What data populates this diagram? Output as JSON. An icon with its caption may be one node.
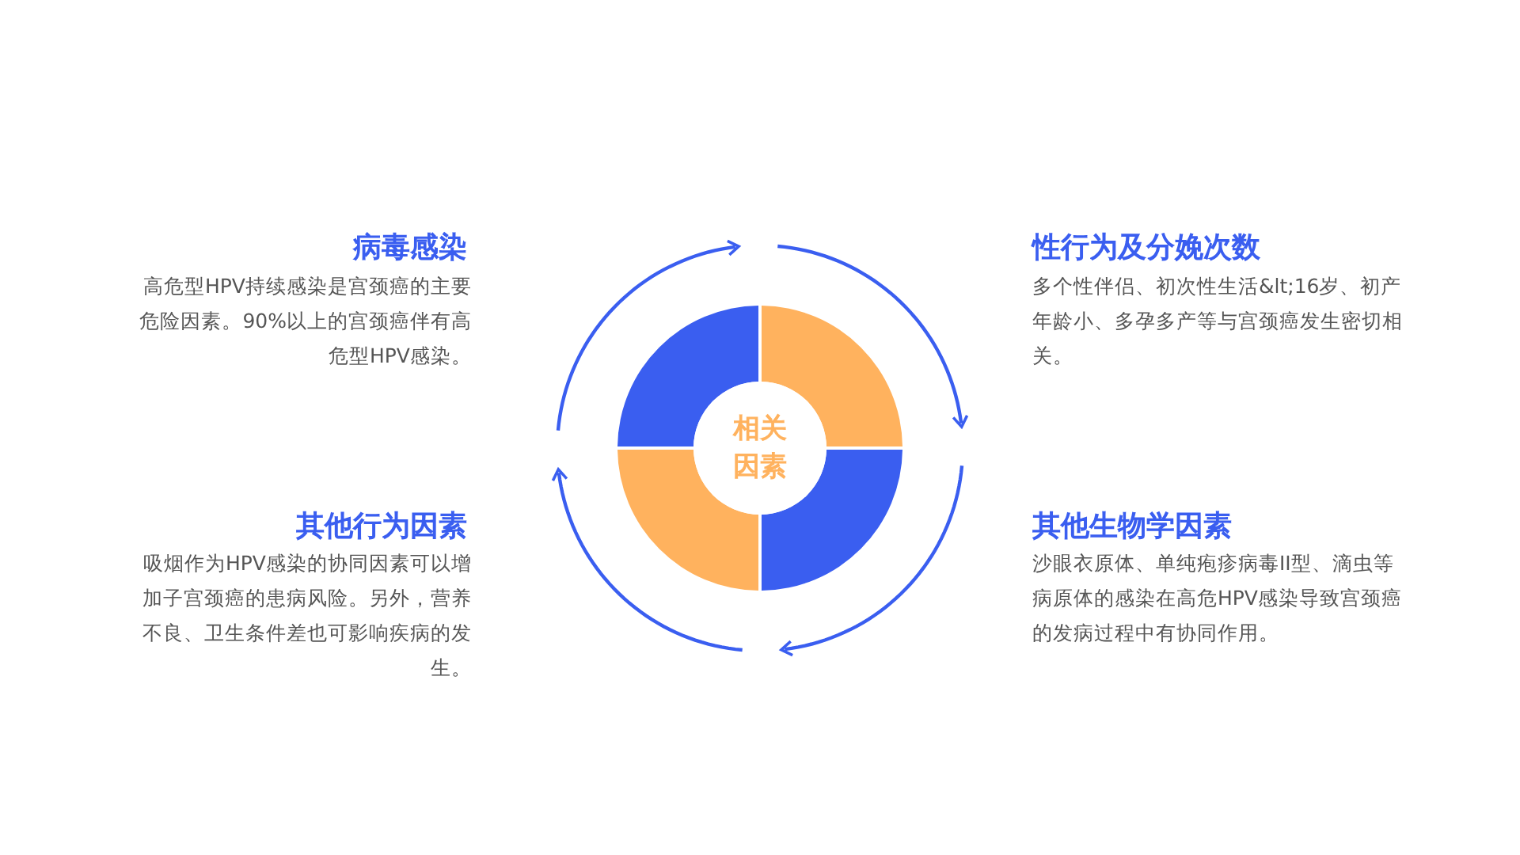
{
  "diagram": {
    "nodes": [
      {
        "text": [
          "相关因素"
        ]
      }
    ],
    "labels": [
      "病毒感染",
      "高危型HPV持续感染是宫颈癌的主要危险因素。90%以上的宫颈癌伴有高危型HPV感染。",
      "性行为及分娩次数",
      "多个性伴侣、初次性生活&lt;16岁、初产年龄小、多孕多产等与宫颈癌发生密切相关。",
      "其他行为因素",
      "吸烟作为HPV感染的协同因素可以增加子宫颈癌的患病风险。另外，营养不良、卫生条件差也可影响疾病的发生。",
      "其他生物学因素",
      "沙眼衣原体、单纯疱疹病毒II型、滴虫等病原体的感染在高危HPV感染导致宫颈癌的发病过程中有协同作用。"
    ]
  }
}
